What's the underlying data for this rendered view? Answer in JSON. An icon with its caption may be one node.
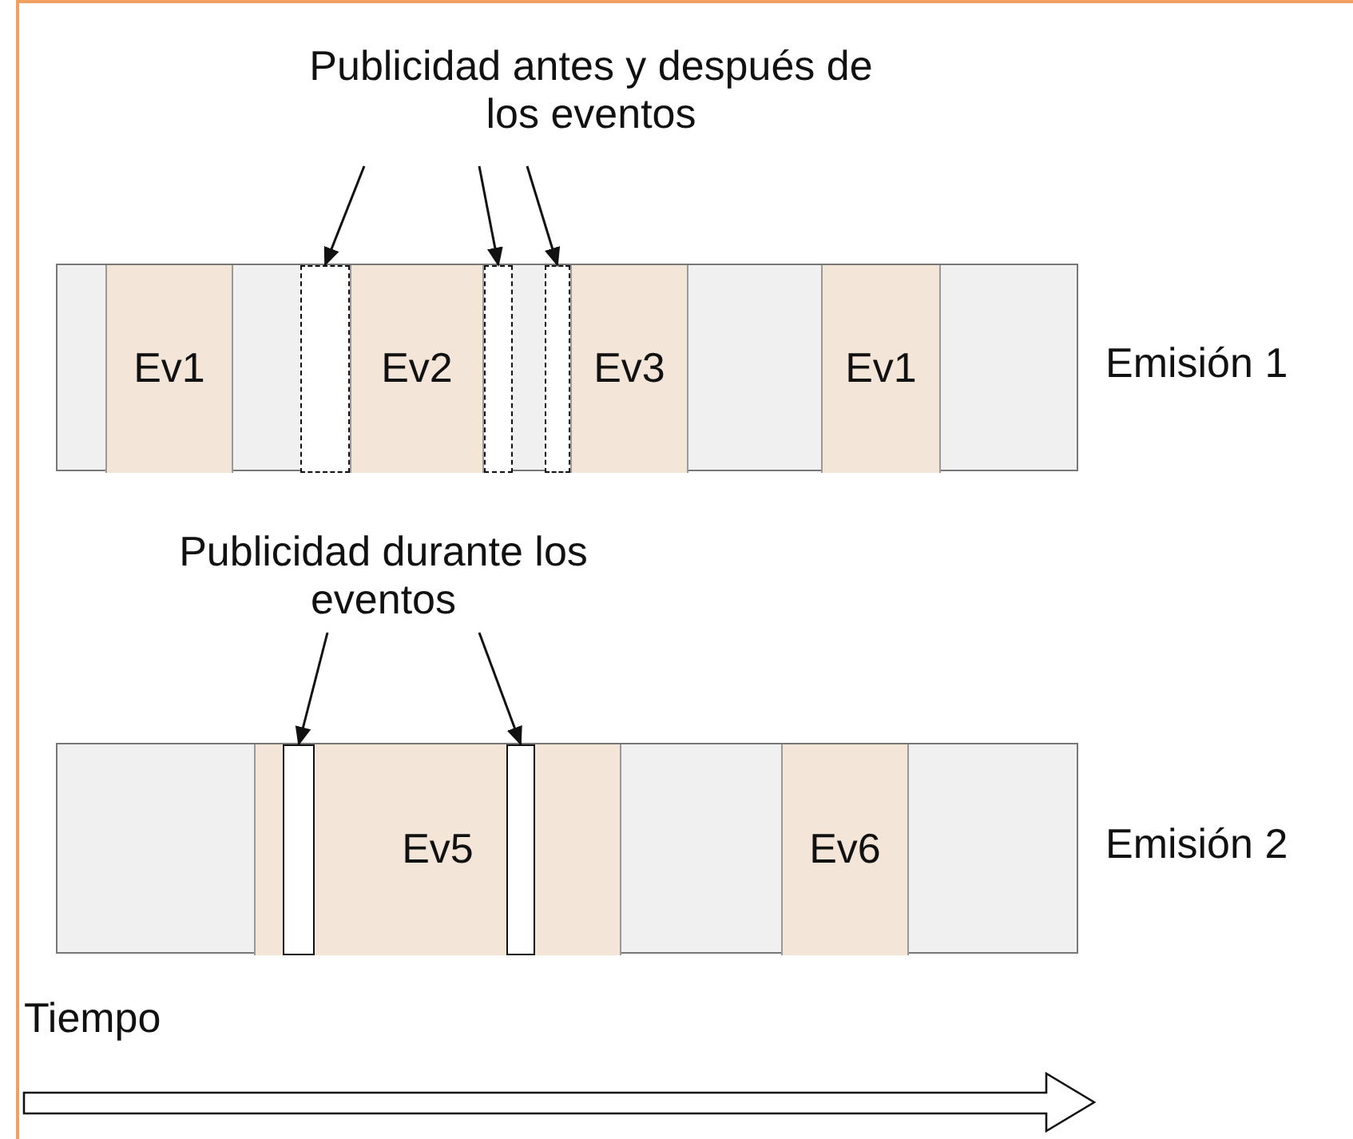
{
  "diagram": {
    "nodes": [
      {
        "text": [
          "Publicidad antes y después de los eventos"
        ]
      },
      {
        "text": [],
        "shape": "bar"
      },
      {
        "text": [
          "Ev1"
        ],
        "in": 1
      },
      {
        "text": [],
        "shape": "box",
        "in": 1
      },
      {
        "text": [
          "Ev2"
        ],
        "in": 1
      },
      {
        "text": [],
        "shape": "box",
        "in": 1
      },
      {
        "text": [],
        "shape": "box",
        "in": 1
      },
      {
        "text": [
          "Ev3"
        ],
        "in": 1
      },
      {
        "text": [
          "Ev1"
        ],
        "in": 1
      },
      {
        "text": [
          "Publicidad durante los eventos"
        ]
      },
      {
        "text": [],
        "shape": "bar"
      },
      {
        "text": [
          "Ev5"
        ],
        "in": 10
      },
      {
        "text": [],
        "shape": "box",
        "in": 11
      },
      {
        "text": [],
        "shape": "box",
        "in": 11
      },
      {
        "text": [
          "Ev6"
        ],
        "in": 10
      }
    ],
    "edges": [
      {
        "from": 0,
        "to": 3,
        "arrow": "to"
      },
      {
        "from": 0,
        "to": 5,
        "arrow": "to"
      },
      {
        "from": 0,
        "to": 6,
        "arrow": "to"
      },
      {
        "from": 9,
        "to": 12,
        "arrow": "to"
      },
      {
        "from": 9,
        "to": 13,
        "arrow": "to"
      }
    ],
    "labels": [
      "Emisión 1",
      "Emisión 2",
      "Tiempo"
    ]
  }
}
